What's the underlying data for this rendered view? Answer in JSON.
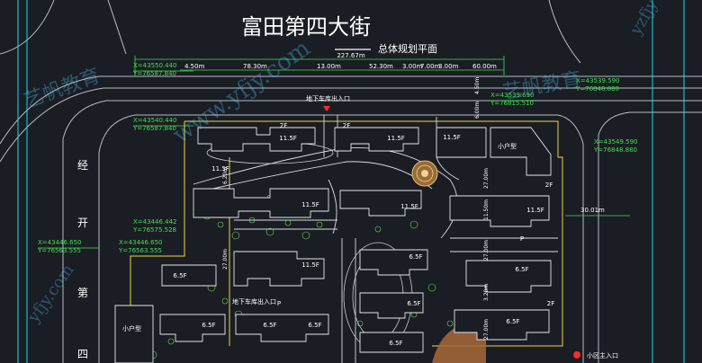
{
  "title": "富田第四大街",
  "subtitle": "总体规划平面",
  "road_side": [
    "经",
    "开",
    "第",
    "四"
  ],
  "dims_top": {
    "total": "227.67m",
    "segs": [
      "4.50m",
      "78.30m",
      "13.00m",
      "52.30m",
      "3.00m",
      "7.00m",
      "3.00m",
      "60.00m"
    ]
  },
  "coords": [
    {
      "x": "X=43550.440",
      "y": "Y=76587.840"
    },
    {
      "x": "X=43540.440",
      "y": "Y=76587.840"
    },
    {
      "x": "X=43446.442",
      "y": "Y=76575.528"
    },
    {
      "x": "X=43446.650",
      "y": "Y=76563.555"
    },
    {
      "x": "X=43446.650",
      "y": "Y=76563.555"
    },
    {
      "x": "X=43539.590",
      "y": "Y=76848.880"
    },
    {
      "x": "X=43539.690",
      "y": "Y=76815.510"
    },
    {
      "x": "X=43549.590",
      "y": "Y=76848.880"
    }
  ],
  "labels": {
    "garage1": "地下车库出入口",
    "garage2": "地下车库出入口",
    "main_entrance": "小区主入口",
    "shop1": "小户型",
    "shop2": "小户型",
    "dim_right": "30.01m",
    "side_dims": [
      "6.00m",
      "4.50m",
      "27.00m",
      "11.50m",
      "27.00m",
      "3.20m",
      "27.00m",
      "6.20m"
    ]
  },
  "buildings": [
    {
      "label": "2F"
    },
    {
      "label": "11.5F"
    },
    {
      "label": "2F"
    },
    {
      "label": "11.5F"
    },
    {
      "label": "11.5F"
    },
    {
      "label": "11.5F"
    },
    {
      "label": "11.5F"
    },
    {
      "label": "11.5F"
    },
    {
      "label": "6.5F"
    },
    {
      "label": "6.5F"
    },
    {
      "label": "6.5F"
    },
    {
      "label": "6.5F"
    },
    {
      "label": "6.5F"
    },
    {
      "label": "6.5F"
    },
    {
      "label": "6.5F"
    },
    {
      "label": "11.5F"
    },
    {
      "label": "11.5F"
    },
    {
      "label": "6.5F"
    },
    {
      "label": "6.5F"
    },
    {
      "label": "2F"
    },
    {
      "label": "2F"
    },
    {
      "label": "P"
    },
    {
      "label": "P"
    },
    {
      "label": "27.00m"
    }
  ],
  "watermarks": [
    "艺帆教育",
    "www.yfjy.com",
    "yzfjy",
    "艺帆教育",
    "yfjy.com"
  ]
}
